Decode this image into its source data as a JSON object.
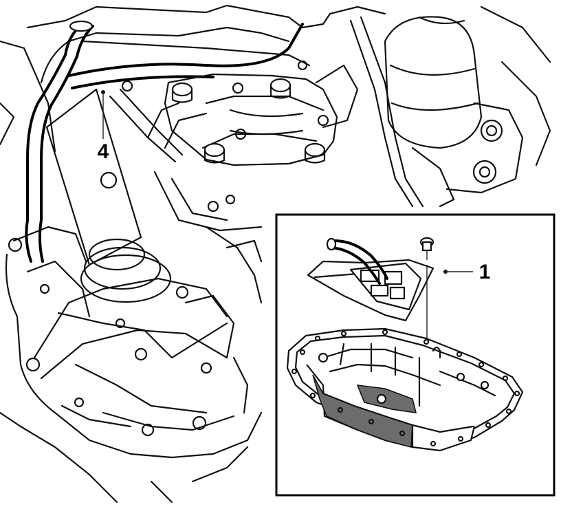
{
  "callouts": [
    {
      "id": "1",
      "label": "1"
    },
    {
      "id": "4",
      "label": "4"
    }
  ],
  "inset": {
    "present": true,
    "border_color": "#000000"
  },
  "colors": {
    "line": "#111111",
    "background": "#ffffff"
  }
}
